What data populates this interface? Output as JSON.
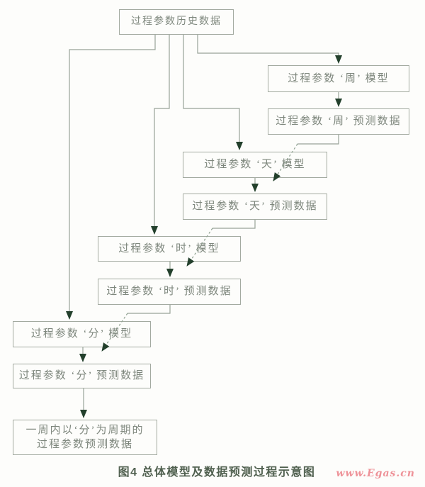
{
  "diagram": {
    "nodes": {
      "history": {
        "label": "过程参数历史数据"
      },
      "week_model": {
        "label": "过程参数 ‘周’ 模型"
      },
      "week_data": {
        "label": "过程参数 ‘周’ 预测数据"
      },
      "day_model": {
        "label": "过程参数 ‘天’ 模型"
      },
      "day_data": {
        "label": "过程参数 ‘天’ 预测数据"
      },
      "hour_model": {
        "label": "过程参数 ‘时’ 模型"
      },
      "hour_data": {
        "label": "过程参数 ‘时’ 预测数据"
      },
      "minute_model": {
        "label": "过程参数 ‘分’ 模型"
      },
      "minute_data": {
        "label": "过程参数 ‘分’ 预测数据"
      },
      "final": {
        "line1": "一周内以‘分’为周期的",
        "line2": "过程参数预测数据"
      }
    },
    "caption": "图4 总体模型及数据预测过程示意图",
    "watermark": "www.Egas.cn",
    "colors": {
      "box_border": "#a3aaa0",
      "box_text": "#7e877d",
      "line": "#98a398",
      "arrowhead": "#23402c",
      "caption_text": "#50604f",
      "watermark_red": "#ee9298",
      "background": "#fdfdfb"
    }
  }
}
